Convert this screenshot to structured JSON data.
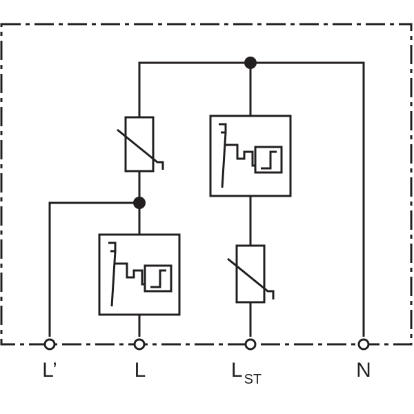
{
  "terminals": {
    "l_prime": {
      "label": "L’"
    },
    "l": {
      "label": "L"
    },
    "lst": {
      "label": "L",
      "subscript": "ST"
    },
    "n": {
      "label": "N"
    }
  },
  "colors": {
    "line": "#231f20",
    "background": "#ffffff"
  }
}
